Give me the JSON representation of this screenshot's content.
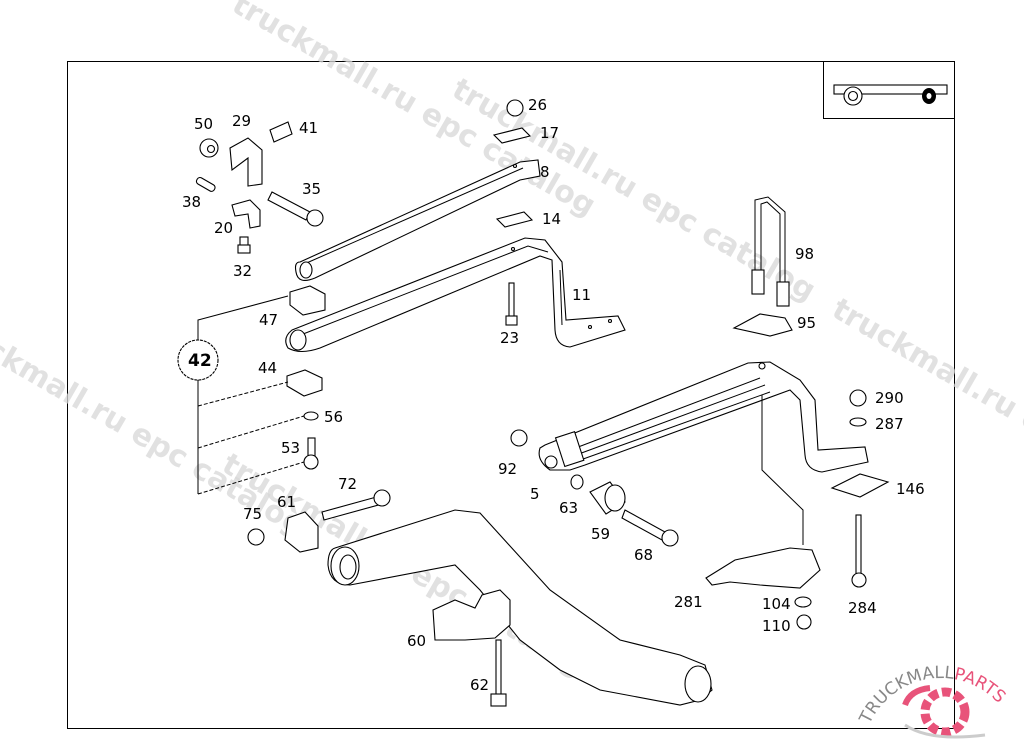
{
  "diagram": {
    "title": "Leaf spring suspension parts diagram",
    "watermarks": [
      "truckmall.ru epc catalog",
      "truckmall.ru epc catalog",
      "truckmall.ru epc catalog",
      "truckmall.ru epc catalog",
      "truckmall.ru epc catalog"
    ],
    "group_label": "42",
    "inset_icon": "trailer-axle-icon",
    "part_labels": {
      "p50": "50",
      "p29": "29",
      "p41": "41",
      "p38": "38",
      "p35": "35",
      "p20": "20",
      "p32": "32",
      "p26": "26",
      "p17": "17",
      "p8": "8",
      "p14": "14",
      "p11": "11",
      "p23": "23",
      "p47": "47",
      "p44": "44",
      "p56": "56",
      "p53": "53",
      "p98": "98",
      "p95": "95",
      "p290": "290",
      "p287": "287",
      "p146": "146",
      "p92": "92",
      "p5": "5",
      "p63": "63",
      "p59": "59",
      "p68": "68",
      "p72": "72",
      "p61": "61",
      "p75": "75",
      "p60": "60",
      "p62": "62",
      "p281": "281",
      "p104": "104",
      "p110": "110",
      "p284": "284"
    },
    "logo": {
      "text_dark": "TRUCKMALL",
      "text_accent": "PARTS",
      "accent_color": "#e8537a",
      "dark_color": "#888888"
    }
  }
}
